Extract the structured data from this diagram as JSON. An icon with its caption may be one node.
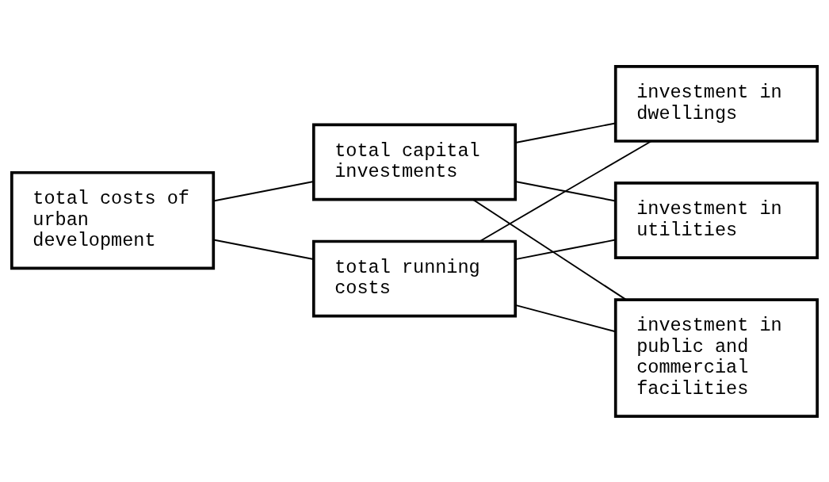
{
  "diagram": {
    "nodes": [
      {
        "text": [
          "total costs of urban development"
        ]
      },
      {
        "text": [
          "total capital investments"
        ]
      },
      {
        "text": [
          "total running costs"
        ]
      },
      {
        "text": [
          "investment in dwellings"
        ]
      },
      {
        "text": [
          "investment in utilities"
        ]
      },
      {
        "text": [
          "investment in public and commercial facilities"
        ]
      }
    ],
    "edges": [
      {
        "from": 0,
        "to": 1,
        "arrow": "none"
      },
      {
        "from": 0,
        "to": 2,
        "arrow": "none"
      },
      {
        "from": 1,
        "to": 3,
        "arrow": "none"
      },
      {
        "from": 1,
        "to": 4,
        "arrow": "none"
      },
      {
        "from": 1,
        "to": 5,
        "arrow": "none"
      },
      {
        "from": 2,
        "to": 3,
        "arrow": "none"
      },
      {
        "from": 2,
        "to": 4,
        "arrow": "none"
      },
      {
        "from": 2,
        "to": 5,
        "arrow": "none"
      }
    ]
  }
}
